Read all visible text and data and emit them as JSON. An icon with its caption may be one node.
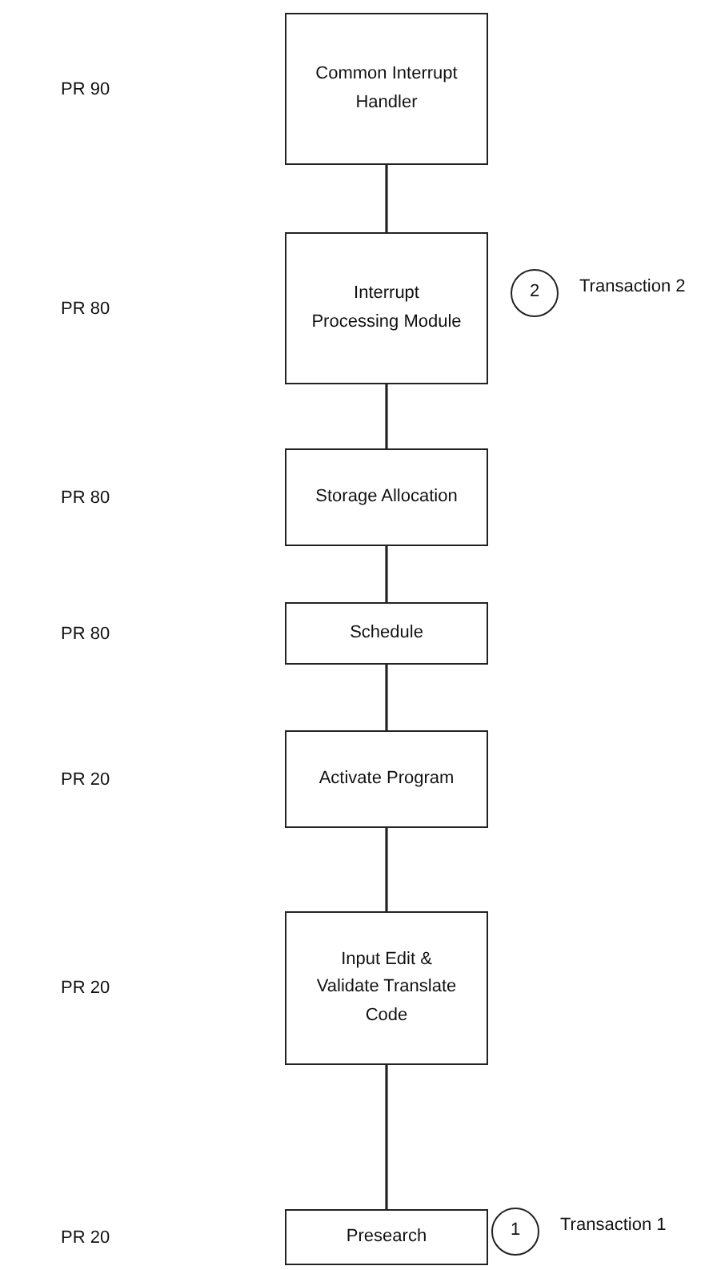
{
  "diagram": {
    "nodes": [
      {
        "text": [
          "Common Interrupt Handler"
        ]
      },
      {
        "text": [
          "Interrupt Processing Module"
        ]
      },
      {
        "text": [
          "2"
        ],
        "beside": [
          "Transaction 2"
        ]
      },
      {
        "text": [
          "Storage Allocation"
        ]
      },
      {
        "text": [
          "Schedule"
        ]
      },
      {
        "text": [
          "Activate Program"
        ]
      },
      {
        "text": [
          "Input Edit & Validate Translate Code"
        ]
      },
      {
        "text": [
          "Presearch"
        ]
      },
      {
        "text": [
          "1"
        ],
        "beside": [
          "Transaction 1"
        ]
      }
    ],
    "edges": [
      {
        "from": 0,
        "to": 1,
        "arrow": "none"
      },
      {
        "from": 1,
        "to": 3,
        "arrow": "none"
      },
      {
        "from": 3,
        "to": 4,
        "arrow": "none"
      },
      {
        "from": 4,
        "to": 5,
        "arrow": "none"
      },
      {
        "from": 5,
        "to": 6,
        "arrow": "none"
      },
      {
        "from": 6,
        "to": 7,
        "arrow": "none"
      }
    ],
    "labels": [
      "PR 90",
      "PR 80",
      "PR 80",
      "PR 80",
      "PR 20",
      "PR 20",
      "PR 20"
    ]
  }
}
